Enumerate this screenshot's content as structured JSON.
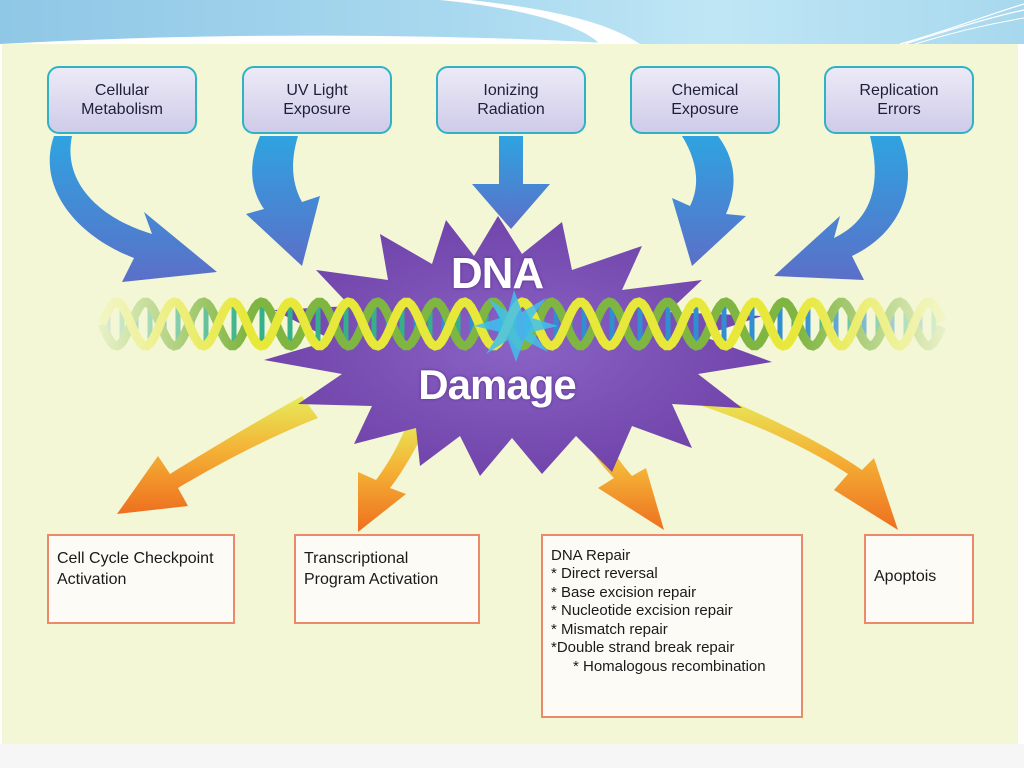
{
  "causes": [
    {
      "label": "Cellular\nMetabolism"
    },
    {
      "label": "UV Light\nExposure"
    },
    {
      "label": "Ionizing\nRadiation"
    },
    {
      "label": "Chemical\nExposure"
    },
    {
      "label": "Replication\nErrors"
    }
  ],
  "center": {
    "line1": "DNA",
    "line2": "Damage"
  },
  "outcomes": [
    {
      "label": "Cell Cycle Checkpoint\nActivation"
    },
    {
      "label": "Transcriptional\nProgram Activation"
    },
    {
      "label": "DNA Repair"
    },
    {
      "label": "Apoptois"
    }
  ],
  "repair_items": [
    "* Direct reversal",
    "* Base excision repair",
    "* Nucleotide excision repair",
    "* Mismatch repair",
    "*Double strand break repair",
    "* Homalogous recombination"
  ],
  "colors": {
    "header": "#a9d9ef",
    "panel": "#f3f7d6",
    "cause_border": "#2fb3c4",
    "cause_fill": "#d6d2ee",
    "blue_arrow": "#4b86cf",
    "starburst": "#7b4fb3",
    "helix_yellow": "#e7e83a",
    "helix_green": "#7fb541",
    "orange_arrow": "#ef7d1e",
    "outcome_border": "#e98a6c"
  }
}
